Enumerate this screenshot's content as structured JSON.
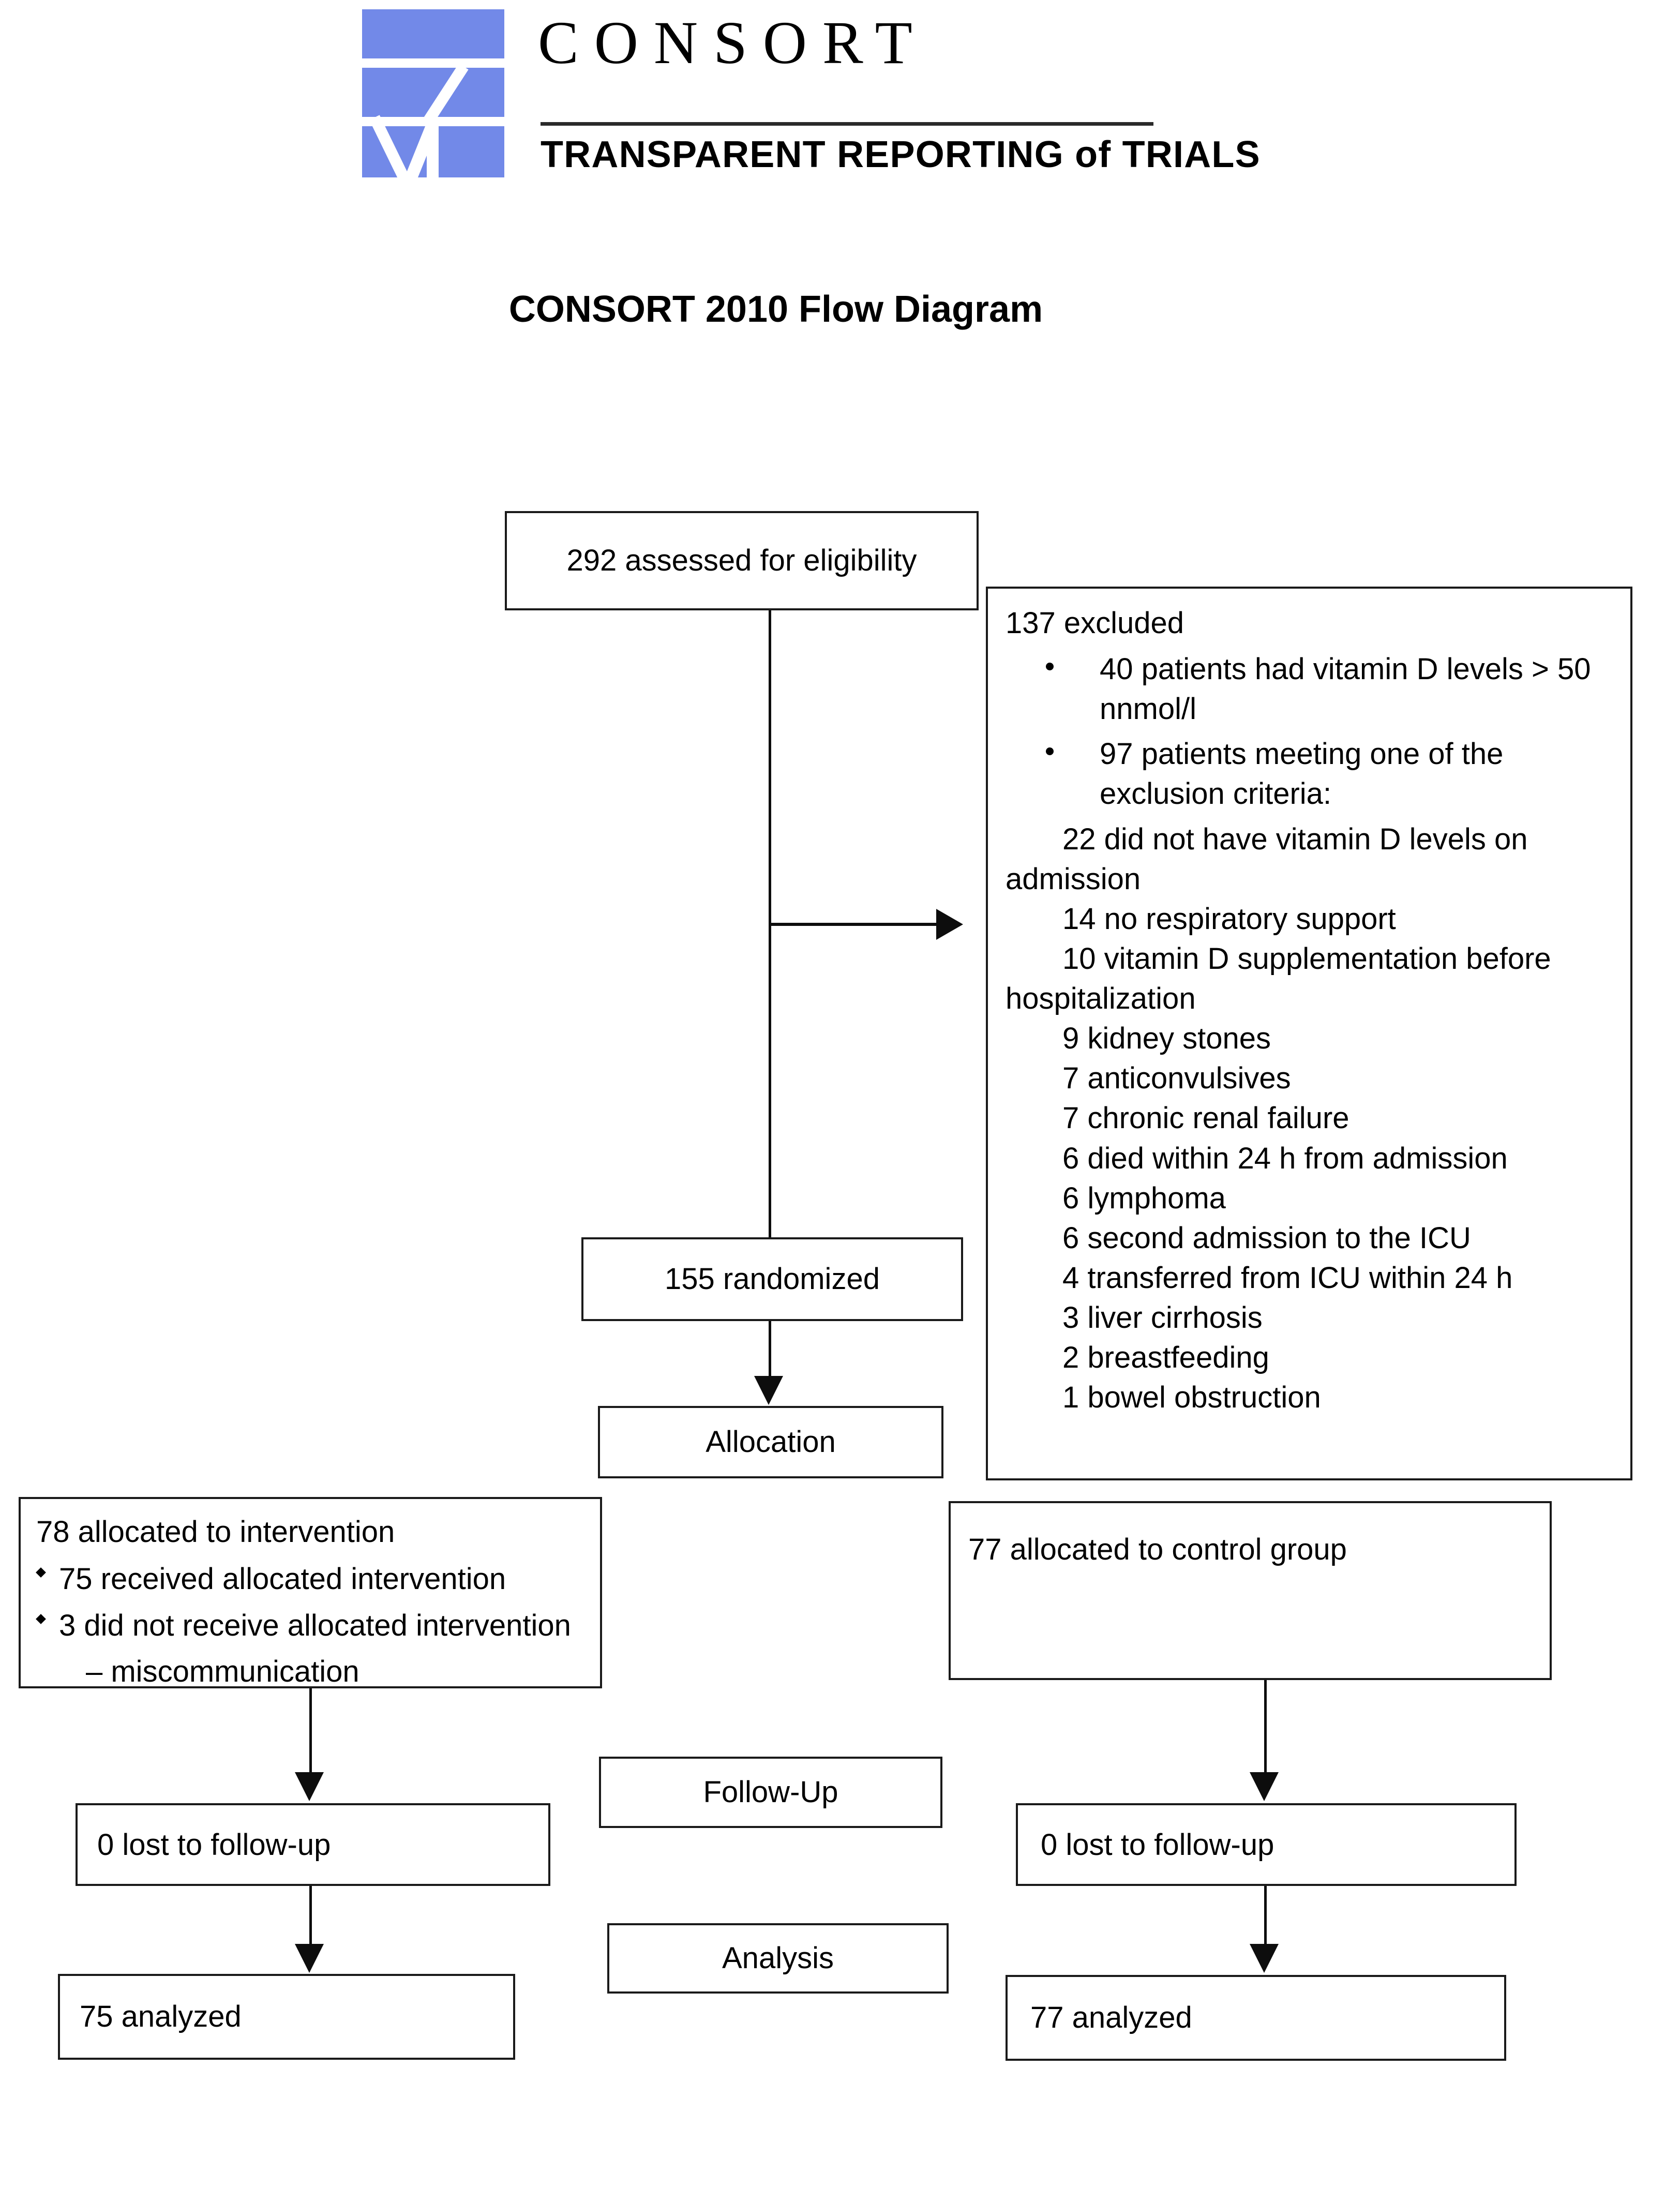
{
  "logo": {
    "wordmark": "CONSORT",
    "tagline": "TRANSPARENT REPORTING of TRIALS",
    "mark_color": "#7289e8",
    "rule_color": "#2a2a2a"
  },
  "diagram": {
    "title": "CONSORT 2010 Flow Diagram",
    "enrollment": {
      "assessed": "292 assessed for eligibility",
      "excluded": {
        "heading": "137 excluded",
        "bullets": [
          "40 patients had vitamin D levels > 50 nnmol/l",
          "97 patients meeting one of the exclusion criteria:"
        ],
        "sub_items": [
          "22 did not have vitamin D levels on admission",
          "14 no respiratory support",
          "10 vitamin D supplementation before hospitalization",
          "9 kidney stones",
          "7 anticonvulsives",
          "7 chronic renal failure",
          "6 died within 24 h from admission",
          "6 lymphoma",
          "6 second admission to the ICU",
          "4 transferred from ICU within 24 h",
          "3 liver cirrhosis",
          "2 breastfeeding",
          "1 bowel obstruction"
        ]
      },
      "randomized": "155 randomized"
    },
    "stage_labels": {
      "allocation": "Allocation",
      "follow_up": "Follow-Up",
      "analysis": "Analysis"
    },
    "allocation": {
      "left": {
        "heading": "78 allocated to intervention",
        "bullets": [
          "75 received allocated intervention",
          "3 did not receive allocated intervention"
        ],
        "sub": "– miscommunication"
      },
      "right": {
        "heading": "77 allocated to control group"
      }
    },
    "follow_up": {
      "left": "0 lost to follow-up",
      "right": "0 lost to follow-up"
    },
    "analysis": {
      "left": "75 analyzed",
      "right": "77 analyzed"
    }
  }
}
